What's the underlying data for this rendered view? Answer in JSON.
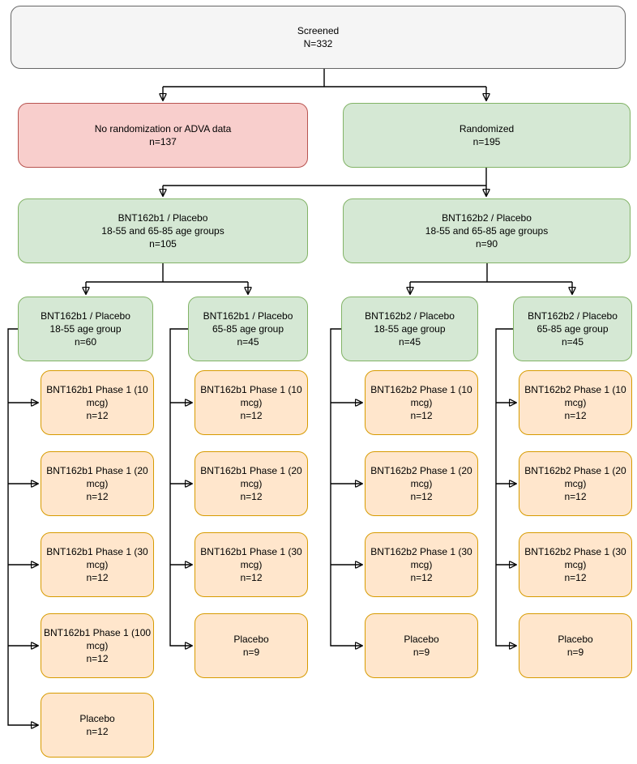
{
  "palette": {
    "background": "#ffffff",
    "text": "#000000",
    "connector": "#000000",
    "gray_fill": "#f5f5f5",
    "gray_stroke": "#666666",
    "red_fill": "#f8cecc",
    "red_stroke": "#b85450",
    "green_fill": "#d5e8d4",
    "green_stroke": "#82b366",
    "orange_fill": "#ffe6cc",
    "orange_stroke": "#d79b00"
  },
  "nodes": {
    "screened": {
      "line1": "Screened",
      "line2": "N=332"
    },
    "excluded": {
      "line1": "No randomization or ADVA data",
      "line2": "n=137"
    },
    "randomized": {
      "line1": "Randomized",
      "line2": "n=195"
    },
    "b1_groups": {
      "line1": "BNT162b1 / Placebo",
      "line2": "18-55 and 65-85 age groups",
      "line3": "n=105"
    },
    "b2_groups": {
      "line1": "BNT162b2 / Placebo",
      "line2": "18-55 and 65-85 age groups",
      "line3": "n=90"
    },
    "b1_young": {
      "line1": "BNT162b1 / Placebo",
      "line2": "18-55 age group",
      "line3": "n=60"
    },
    "b1_old": {
      "line1": "BNT162b1 / Placebo",
      "line2": "65-85 age group",
      "line3": "n=45"
    },
    "b2_young": {
      "line1": "BNT162b2 / Placebo",
      "line2": "18-55 age group",
      "line3": "n=45"
    },
    "b2_old": {
      "line1": "BNT162b2 / Placebo",
      "line2": "65-85 age group",
      "line3": "n=45"
    }
  },
  "arms": {
    "col1": [
      {
        "label": "BNT162b1 Phase 1 (10 mcg)",
        "n": "n=12"
      },
      {
        "label": "BNT162b1 Phase 1 (20 mcg)",
        "n": "n=12"
      },
      {
        "label": "BNT162b1 Phase 1 (30 mcg)",
        "n": "n=12"
      },
      {
        "label": "BNT162b1 Phase 1 (100 mcg)",
        "n": "n=12"
      },
      {
        "label": "Placebo",
        "n": "n=12"
      }
    ],
    "col2": [
      {
        "label": "BNT162b1 Phase 1 (10 mcg)",
        "n": "n=12"
      },
      {
        "label": "BNT162b1 Phase 1 (20 mcg)",
        "n": "n=12"
      },
      {
        "label": "BNT162b1 Phase 1 (30 mcg)",
        "n": "n=12"
      },
      {
        "label": "Placebo",
        "n": "n=9"
      }
    ],
    "col3": [
      {
        "label": "BNT162b2 Phase 1 (10 mcg)",
        "n": "n=12"
      },
      {
        "label": "BNT162b2 Phase 1 (20 mcg)",
        "n": "n=12"
      },
      {
        "label": "BNT162b2 Phase 1 (30 mcg)",
        "n": "n=12"
      },
      {
        "label": "Placebo",
        "n": "n=9"
      }
    ],
    "col4": [
      {
        "label": "BNT162b2 Phase 1 (10 mcg)",
        "n": "n=12"
      },
      {
        "label": "BNT162b2 Phase 1 (20 mcg)",
        "n": "n=12"
      },
      {
        "label": "BNT162b2 Phase 1 (30 mcg)",
        "n": "n=12"
      },
      {
        "label": "Placebo",
        "n": "n=9"
      }
    ]
  }
}
